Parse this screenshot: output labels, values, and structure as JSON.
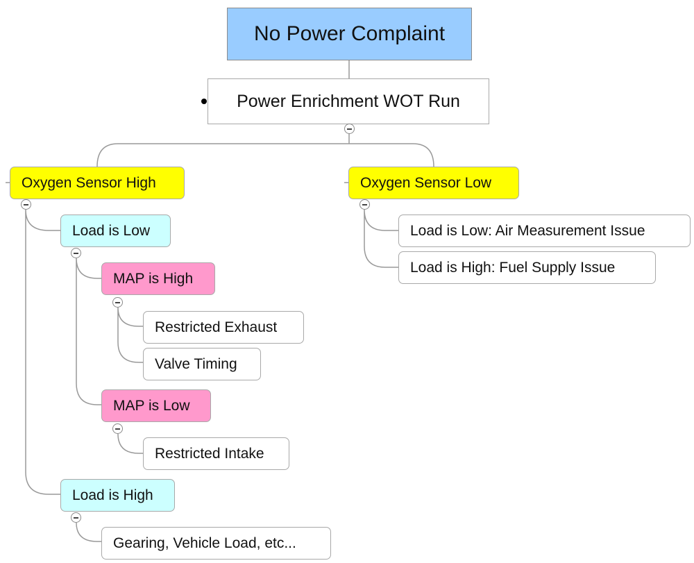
{
  "diagram": {
    "root": {
      "label": "No Power Complaint",
      "color": "#99ccff"
    },
    "main": {
      "label": "Power Enrichment  WOT Run"
    },
    "branches": [
      {
        "label": "Oxygen Sensor High",
        "color": "#ffff00",
        "children": [
          {
            "label": "Load is Low",
            "color": "#ccffff",
            "children": [
              {
                "label": "MAP is High",
                "color": "#ff99cc",
                "children": [
                  {
                    "label": "Restricted Exhaust"
                  },
                  {
                    "label": "Valve Timing"
                  }
                ]
              },
              {
                "label": "MAP is Low",
                "color": "#ff99cc",
                "children": [
                  {
                    "label": "Restricted Intake"
                  }
                ]
              }
            ]
          },
          {
            "label": "Load is High",
            "color": "#ccffff",
            "children": [
              {
                "label": "Gearing, Vehicle Load, etc..."
              }
            ]
          }
        ]
      },
      {
        "label": "Oxygen Sensor Low",
        "color": "#ffff00",
        "children": [
          {
            "label": "Load is Low:  Air Measurement Issue"
          },
          {
            "label": "Load is High:  Fuel Supply Issue"
          }
        ]
      }
    ]
  }
}
